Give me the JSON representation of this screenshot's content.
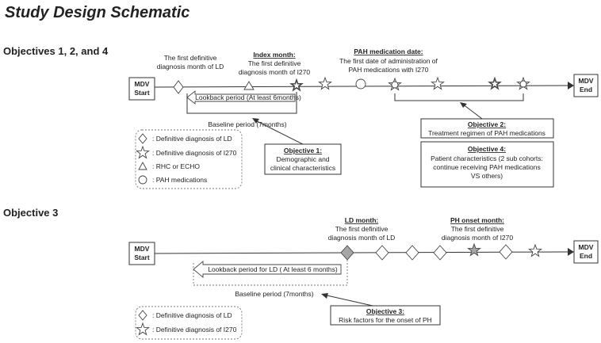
{
  "title": "Study Design Schematic",
  "section1": {
    "heading": "Objectives 1, 2, and 4",
    "start_label": [
      "MDV",
      "Start"
    ],
    "end_label": [
      "MDV",
      "End"
    ],
    "ld_annotation": [
      "The first definitive",
      "diagnosis month of LD"
    ],
    "index_header": "Index month:",
    "index_annotation": [
      "The first definitive",
      "diagnosis month of I270"
    ],
    "pah_header": "PAH medication date:",
    "pah_annotation": [
      "The first date of administration of",
      "PAH medications with I270"
    ],
    "lookback": "Lookback period (At least 6months)",
    "baseline": "Baseline period (7months)",
    "legend": [
      {
        "icon": "diamond",
        "text": ": Definitive diagnosis of LD"
      },
      {
        "icon": "star",
        "text": ": Definitive diagnosis of I270"
      },
      {
        "icon": "triangle",
        "text": ": RHC or ECHO"
      },
      {
        "icon": "circle",
        "text": ": PAH medications"
      }
    ],
    "objective1": {
      "title": "Objective 1:",
      "lines": [
        "Demographic and",
        "clinical characteristics"
      ]
    },
    "objective2": {
      "title": "Objective 2:",
      "lines": [
        "Treatment regimen of PAH medications"
      ]
    },
    "objective4": {
      "title": "Objective 4:",
      "lines": [
        "Patient characteristics (2 sub cohorts:",
        "continue receiving PAH medications",
        "VS others)"
      ]
    }
  },
  "section2": {
    "heading": "Objective 3",
    "start_label": [
      "MDV",
      "Start"
    ],
    "end_label": [
      "MDV",
      "End"
    ],
    "ld_header": "LD month:",
    "ld_annotation": [
      "The first definitive",
      "diagnosis month of LD"
    ],
    "ph_header": "PH onset month:",
    "ph_annotation": [
      "The first definitive",
      "diagnosis month of I270"
    ],
    "lookback": "Lookback period for LD ( At least 6 months)",
    "baseline": "Baseline period (7months)",
    "legend": [
      {
        "icon": "diamond",
        "text": ": Definitive diagnosis of LD"
      },
      {
        "icon": "star",
        "text": ": Definitive diagnosis of I270"
      }
    ],
    "objective3": {
      "title": "Objective 3:",
      "lines": [
        "Risk factors for the onset of PH"
      ]
    }
  }
}
